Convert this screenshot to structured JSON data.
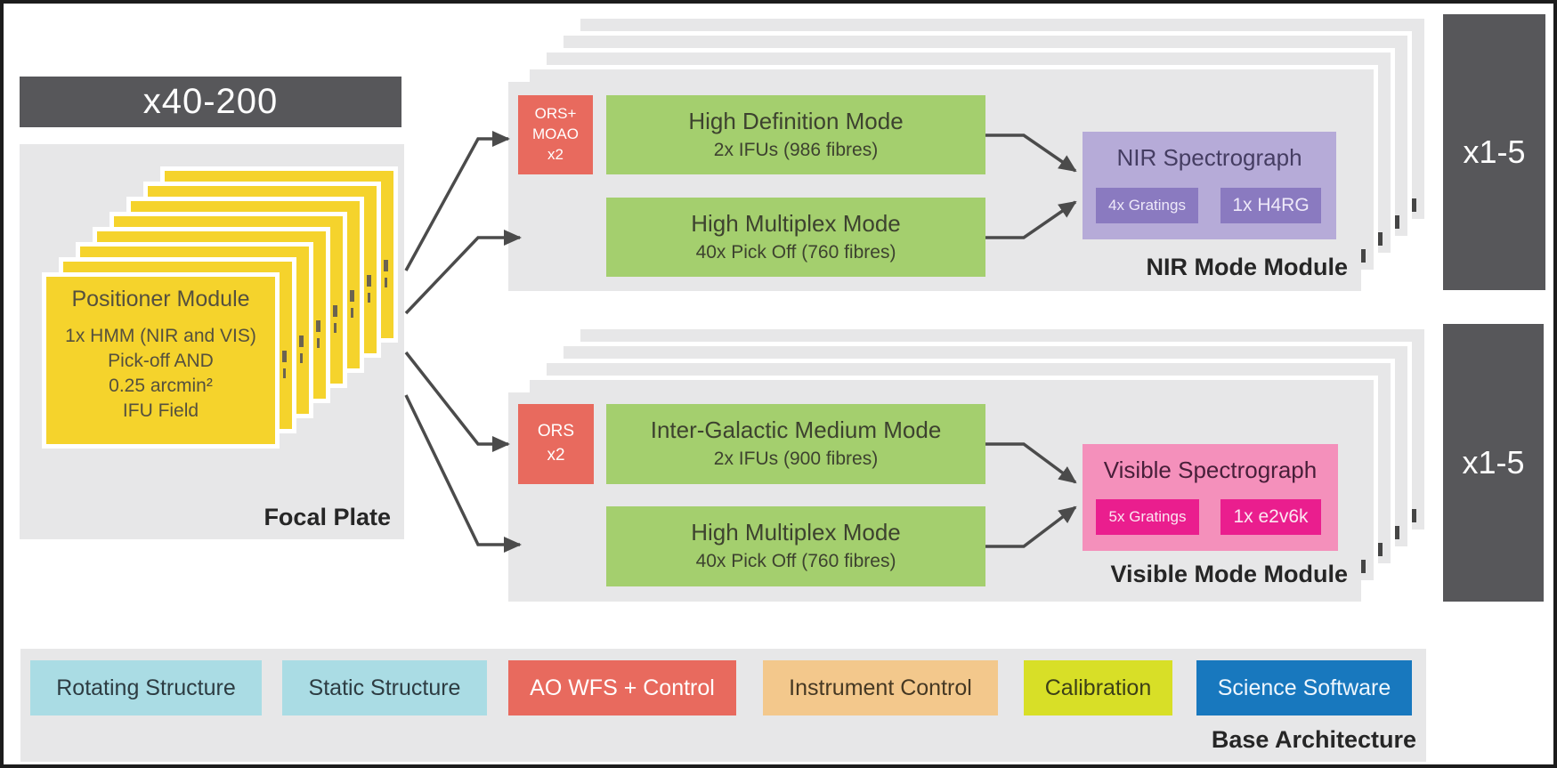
{
  "focal_group": {
    "multiplier_label": "x40-200",
    "card": {
      "title": "Positioner Module",
      "lines": [
        "1x HMM (NIR and VIS)",
        "Pick-off AND",
        "0.25 arcmin²",
        "IFU Field"
      ]
    },
    "panel_label": "Focal Plate"
  },
  "nir_module": {
    "multiplier_label": "x1-5",
    "ao_box": {
      "lines": [
        "ORS+",
        "MOAO",
        "x2"
      ]
    },
    "modes": [
      {
        "title": "High Definition Mode",
        "subtitle": "2x IFUs (986 fibres)"
      },
      {
        "title": "High Multiplex Mode",
        "subtitle": "40x Pick Off (760 fibres)"
      }
    ],
    "spectrograph": {
      "title": "NIR Spectrograph",
      "chips": [
        "4x Gratings",
        "1x H4RG"
      ]
    },
    "panel_label": "NIR Mode Module"
  },
  "vis_module": {
    "multiplier_label": "x1-5",
    "ao_box": {
      "lines": [
        "ORS",
        "x2"
      ]
    },
    "modes": [
      {
        "title": "Inter-Galactic Medium Mode",
        "subtitle": "2x IFUs (900 fibres)"
      },
      {
        "title": "High Multiplex Mode",
        "subtitle": "40x Pick Off (760 fibres)"
      }
    ],
    "spectrograph": {
      "title": "Visible Spectrograph",
      "chips": [
        "5x Gratings",
        "1x e2v6k"
      ]
    },
    "panel_label": "Visible Mode Module"
  },
  "legend": {
    "items": [
      {
        "label": "Rotating Structure",
        "bg": "#aadce4",
        "fg": "#2d3c42"
      },
      {
        "label": "Static Structure",
        "bg": "#aadce4",
        "fg": "#2d3c42"
      },
      {
        "label": "AO WFS + Control",
        "bg": "#e86a5e",
        "fg": "#ffffff"
      },
      {
        "label": "Instrument Control",
        "bg": "#f3c88c",
        "fg": "#453823"
      },
      {
        "label": "Calibration",
        "bg": "#d8df27",
        "fg": "#3c3f17"
      },
      {
        "label": "Science Software",
        "bg": "#1878be",
        "fg": "#eef6fd"
      }
    ],
    "panel_label": "Base Architecture"
  },
  "palette": {
    "ao_red": "#e86a5e",
    "mode_green": "#a4cf6e",
    "nir_purple": "#b6abd8",
    "nir_purple_dark": "#8a7ac0",
    "vis_pink": "#f490bb",
    "vis_magenta": "#ea1e8e",
    "positioner_yellow": "#f5d32c",
    "dark_multiplier": "#57575a",
    "panel_gray": "#e7e7e8",
    "arrow_gray": "#4b4b4b"
  }
}
